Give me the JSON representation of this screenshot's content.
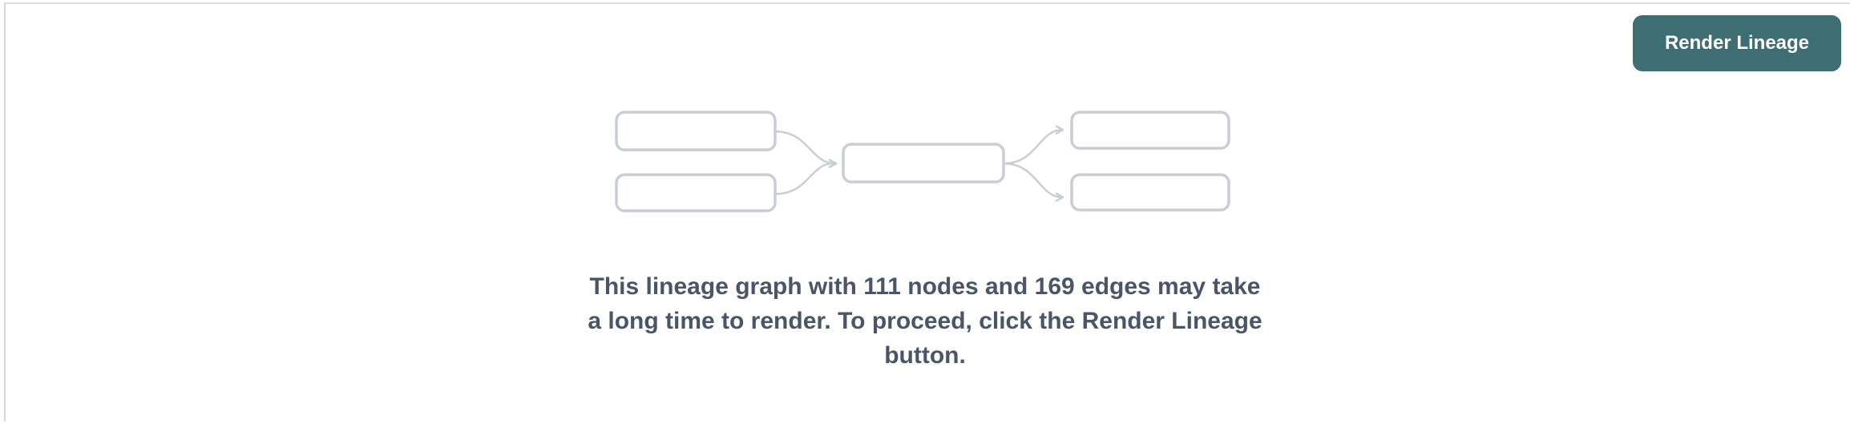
{
  "panel": {
    "background": "#ffffff",
    "top_border_color": "#d9dbde",
    "left_border_color": "#d6d7da"
  },
  "toolbar": {
    "render_lineage_button": {
      "label": "Render Lineage",
      "background_color": "#3d6e74",
      "text_color": "#ffffff"
    }
  },
  "empty_state": {
    "graphic": {
      "name": "lineage-graph-placeholder",
      "node_box_count": 5,
      "placeholder_edge_count": 4,
      "box_border_color": "#c9ced6"
    },
    "message_lines": [
      "This lineage graph with 111 nodes and 169 edges may take",
      "a long time to render. To proceed, click the Render Lineage",
      "button."
    ],
    "message_full": "This lineage graph with 111 nodes and 169 edges may take a long time to render. To proceed, click the Render Lineage button.",
    "node_count": "111",
    "edge_count": "169",
    "text_color": "#4a5568"
  }
}
